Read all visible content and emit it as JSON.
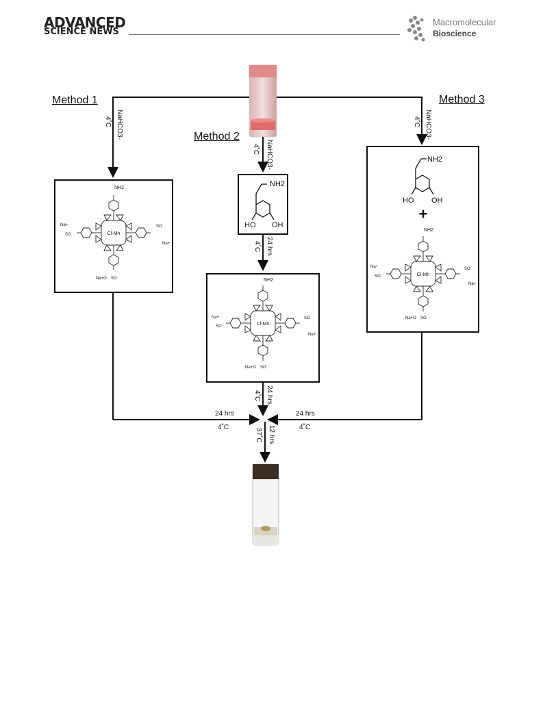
{
  "header": {
    "brand_line1": "ADVANCED",
    "brand_line2": "SCIENCE NEWS",
    "journal_line1": "Macromolecular",
    "journal_line2": "Bioscience"
  },
  "methods": {
    "m1": "Method 1",
    "m2": "Method 2",
    "m3": "Method 3"
  },
  "conditions": {
    "nahco3": "NaHCO3-",
    "temp4": "4˚C",
    "hrs24": "24 hrs",
    "temp37": "37˚C",
    "hrs12": "12 hrs"
  },
  "molecules": {
    "amine": "NH2",
    "hydroxyl": "HO",
    "hydroxyl2": "OH",
    "nh2_porph": "NH2",
    "sodium": "Na+",
    "sodium_o": "Na+O",
    "metal": "Cl-Mn",
    "so3": "SO",
    "plus": "+"
  }
}
